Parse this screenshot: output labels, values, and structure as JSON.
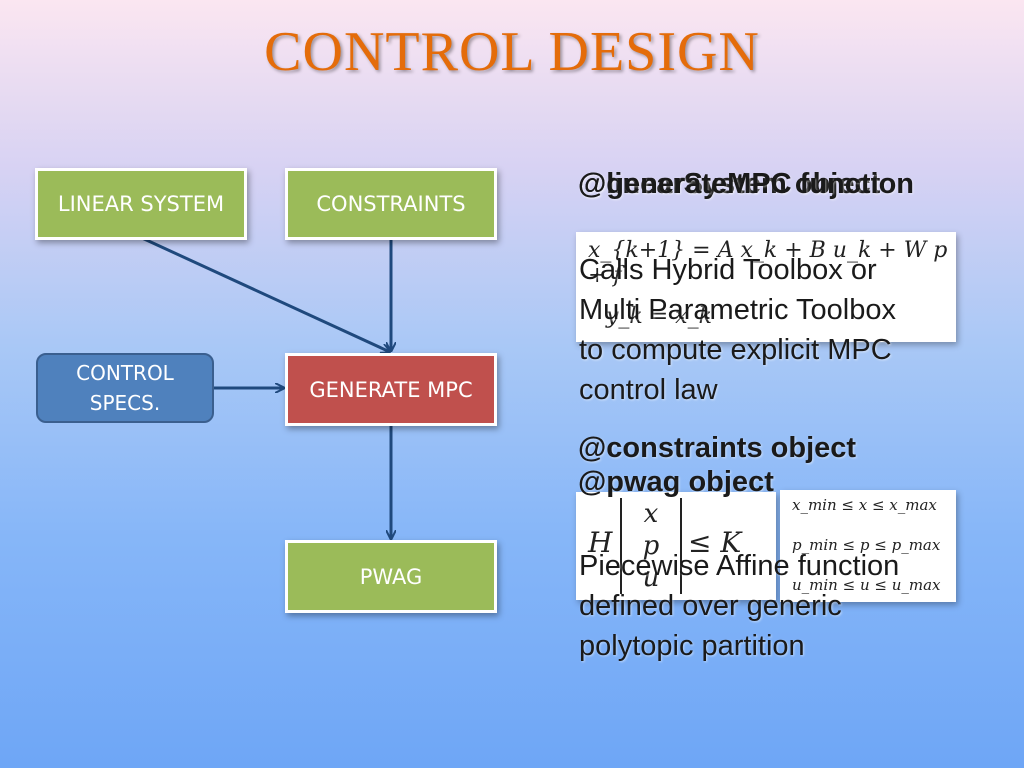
{
  "title": "CONTROL DESIGN",
  "diagram": {
    "linear_system": "LINEAR SYSTEM",
    "constraints": "CONSTRAINTS",
    "control_specs_1": "CONTROL",
    "control_specs_2": "SPECS.",
    "generate_mpc": "GENERATE MPC",
    "pwag": "PWAG"
  },
  "right": {
    "hdr_linear": "@linearSystem object",
    "hdr_generate": "@generateMPC function",
    "eq_state": "x_{k+1} = A x_k + B u_k + W p + f",
    "eq_output": "y_k = x_k",
    "generate_desc_1": "Calls Hybrid Toolbox or",
    "generate_desc_2": "Multi Parametric Toolbox",
    "generate_desc_3": "to compute explicit MPC",
    "generate_desc_4": "control law",
    "hdr_constraints": "@constraints object",
    "hdr_pwag": "@pwag object",
    "con_H": "H",
    "con_vec_x": "x",
    "con_vec_p": "p",
    "con_vec_u": "u",
    "con_leq": "≤ K",
    "bound_x": "x_min ≤ x ≤ x_max",
    "bound_p": "p_min ≤ p ≤ p_max",
    "bound_u": "u_min ≤ u ≤ u_max",
    "pwag_desc_1": "Piecewise Affine function",
    "pwag_desc_2": "defined over generic",
    "pwag_desc_3": "polytopic partition"
  },
  "colors": {
    "title": "#e46c0a",
    "green_box": "#9bbb59",
    "red_box": "#c0504d",
    "blue_box": "#4f81bd",
    "arrow": "#1f497d"
  }
}
